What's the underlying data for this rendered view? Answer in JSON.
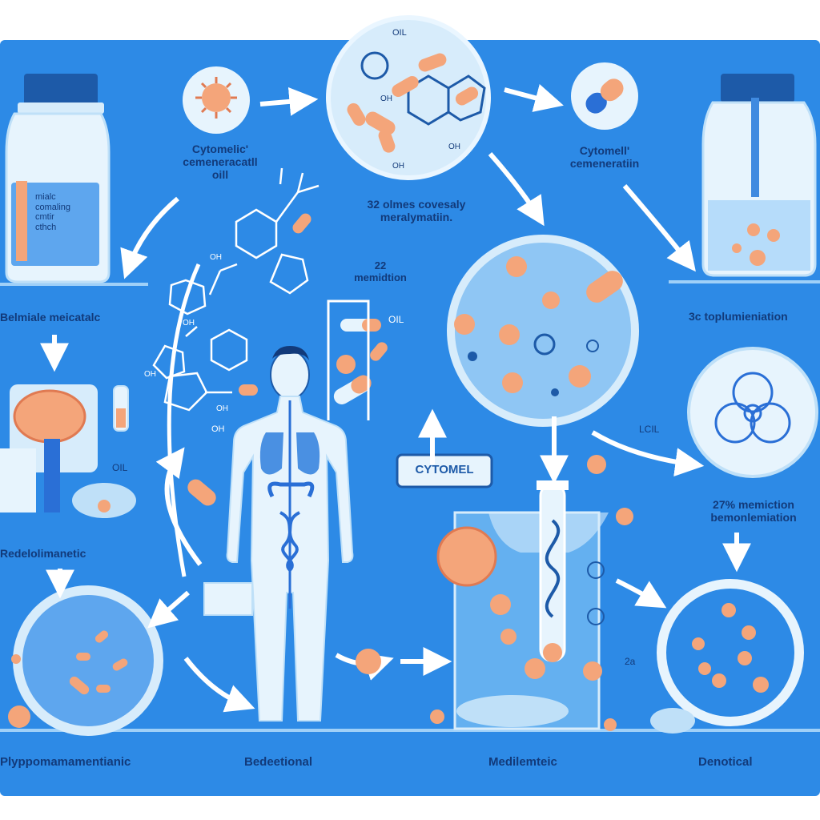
{
  "labels": {
    "cytomel_left": "Cytomelic'\ncemeneracatll\noill",
    "cytomel_right": "Cytomell'\ncemeneratiin",
    "center_top": "32 olmes covesaly\nmeralymatiin.",
    "center_mid": "22\nmemidtion",
    "left_mid": "Belmiale meicatalc",
    "right_mid": "3c toplumieniation",
    "left_lower": "Redelolimanetic",
    "right_lower": "27% memiction\nbemonlemiation",
    "bottom_1": "Plyppomamamentianic",
    "bottom_2": "Bedeetional",
    "bottom_3": "Medilemteic",
    "bottom_4": "Denotical",
    "bottle_text": "mialc\ncomaling\ncmtir\ncthch",
    "oil_top": "OIL",
    "oil_tag": "OIL",
    "oil_left": "OIL",
    "lcil": "LCIL",
    "cytomel_box": "CYTOMEL",
    "num_2a": "2a",
    "chem_labels": [
      "OH",
      "OH",
      "OH",
      "OH",
      "OH",
      "OH",
      "OH",
      "OH"
    ]
  },
  "colors": {
    "background": "#2d8ae6",
    "text": "#123a7a",
    "pill": "#f4a57a",
    "pill_dark": "#e07a52",
    "capsule_blue": "#2a6fd6",
    "circle_fill": "#d7ecfb",
    "line": "#ffffff"
  },
  "icons": [
    "bottle-icon",
    "virus-icon",
    "capsule-icon",
    "molecule-icon",
    "brain-icon",
    "human-body-icon",
    "test-tube-icon",
    "biohazard-icon",
    "dna-icon"
  ]
}
